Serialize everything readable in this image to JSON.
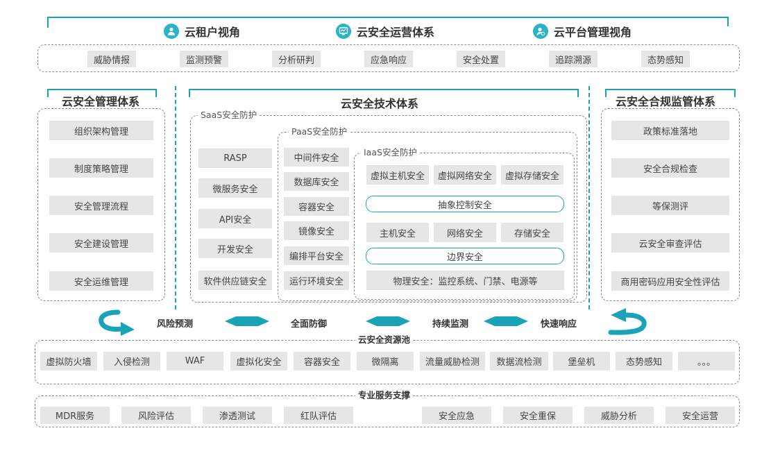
{
  "header": {
    "items": [
      {
        "label": "云租户视角",
        "icon": "tenant-icon"
      },
      {
        "label": "云安全运营体系",
        "icon": "monitor-icon"
      },
      {
        "label": "云平台管理视角",
        "icon": "admin-icon"
      }
    ],
    "capabilities": [
      "威胁情报",
      "监测预警",
      "分析研判",
      "应急响应",
      "安全处置",
      "追踪溯源",
      "态势感知"
    ]
  },
  "management": {
    "title": "云安全管理体系",
    "items": [
      "组织架构管理",
      "制度策略管理",
      "安全管理流程",
      "安全建设管理",
      "安全运维管理"
    ]
  },
  "technology": {
    "title": "云安全技术体系",
    "saas": {
      "label": "SaaS安全防护",
      "items": [
        "RASP",
        "微服务安全",
        "API安全",
        "开发安全",
        "软件供应链安全"
      ]
    },
    "paas": {
      "label": "PaaS安全防护",
      "items": [
        "中间件安全",
        "数据库安全",
        "容器安全",
        "镜像安全",
        "编排平台安全",
        "运行环境安全"
      ]
    },
    "iaas": {
      "label": "IaaS安全防护",
      "row1": [
        "虚拟主机安全",
        "虚拟网络安全",
        "虚拟存储安全"
      ],
      "abstract": "抽象控制安全",
      "row2": [
        "主机安全",
        "网络安全",
        "存储安全"
      ],
      "boundary": "边界安全",
      "physical": "物理安全：监控系统、门禁、电源等"
    }
  },
  "compliance": {
    "title": "云安全合规监管体系",
    "items": [
      "政策标准落地",
      "安全合规检查",
      "等保测评",
      "云安全审查评估",
      "商用密码应用安全性评估"
    ]
  },
  "flow": {
    "steps": [
      "风险预测",
      "全面防御",
      "持续监测",
      "快速响应"
    ]
  },
  "resource_pool": {
    "title": "云安全资源池",
    "items": [
      "虚拟防火墙",
      "入侵检测",
      "WAF",
      "虚拟化安全",
      "容器安全",
      "微隔离",
      "流量威胁检测",
      "数据流检测",
      "堡垒机",
      "态势感知",
      "。。。"
    ]
  },
  "services": {
    "title": "专业服务支撑",
    "items": [
      "MDR服务",
      "风险评估",
      "渗透测试",
      "红队评估",
      "安全应急",
      "安全重保",
      "威胁分析",
      "安全运营"
    ]
  },
  "colors": {
    "accent": "#1aa3b6",
    "box": "#e6e6e6",
    "border": "#8a8a8a"
  }
}
